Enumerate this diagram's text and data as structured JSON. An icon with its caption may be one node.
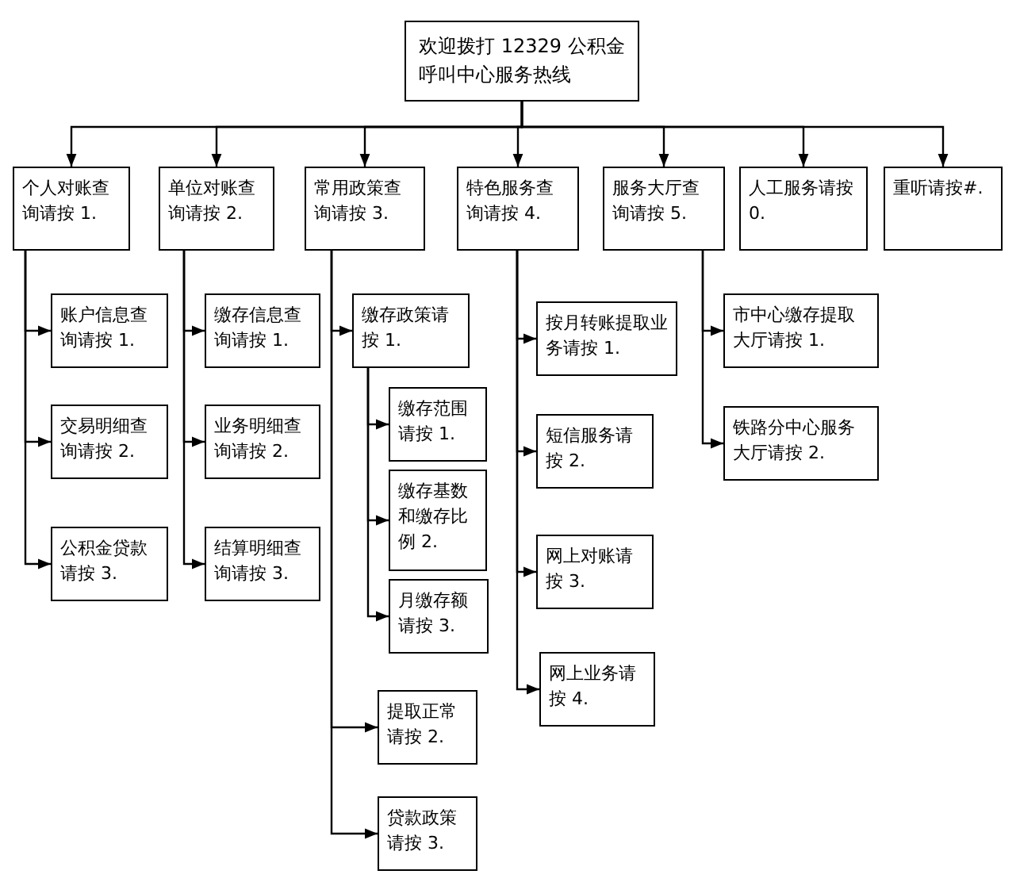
{
  "diagram": {
    "nodes": [
      {
        "text": [
          "欢迎拨打 12329 公积金呼叫中心服务热线"
        ]
      },
      {
        "text": [
          "个人对账查询请按 1."
        ]
      },
      {
        "text": [
          "单位对账查询请按 2."
        ]
      },
      {
        "text": [
          "常用政策查询请按 3."
        ]
      },
      {
        "text": [
          "特色服务查询请按 4."
        ]
      },
      {
        "text": [
          "服务大厅查询请按 5."
        ]
      },
      {
        "text": [
          "人工服务请按 0."
        ]
      },
      {
        "text": [
          "重听请按#."
        ]
      },
      {
        "text": [
          "账户信息查询请按 1."
        ]
      },
      {
        "text": [
          "交易明细查询请按 2."
        ]
      },
      {
        "text": [
          "公积金贷款请按 3."
        ]
      },
      {
        "text": [
          "缴存信息查询请按 1."
        ]
      },
      {
        "text": [
          "业务明细查询请按 2."
        ]
      },
      {
        "text": [
          "结算明细查询请按 3."
        ]
      },
      {
        "text": [
          "缴存政策请按 1."
        ]
      },
      {
        "text": [
          "缴存范围请按 1."
        ]
      },
      {
        "text": [
          "缴存基数和缴存比例 2."
        ]
      },
      {
        "text": [
          "月缴存额请按 3."
        ]
      },
      {
        "text": [
          "提取正常请按 2."
        ]
      },
      {
        "text": [
          "贷款政策请按 3."
        ]
      },
      {
        "text": [
          "按月转账提取业务请按 1."
        ]
      },
      {
        "text": [
          "短信服务请按 2."
        ]
      },
      {
        "text": [
          "网上对账请按 3."
        ]
      },
      {
        "text": [
          "网上业务请按 4."
        ]
      },
      {
        "text": [
          "市中心缴存提取大厅请按 1."
        ]
      },
      {
        "text": [
          "铁路分中心服务大厅请按 2."
        ]
      }
    ],
    "edges": [
      {
        "from": 0,
        "to": 1,
        "arrow": "to"
      },
      {
        "from": 0,
        "to": 2,
        "arrow": "to"
      },
      {
        "from": 0,
        "to": 3,
        "arrow": "to"
      },
      {
        "from": 0,
        "to": 4,
        "arrow": "to"
      },
      {
        "from": 0,
        "to": 5,
        "arrow": "to"
      },
      {
        "from": 0,
        "to": 6,
        "arrow": "to"
      },
      {
        "from": 0,
        "to": 7,
        "arrow": "to"
      },
      {
        "from": 1,
        "to": 8,
        "arrow": "to"
      },
      {
        "from": 1,
        "to": 9,
        "arrow": "to"
      },
      {
        "from": 1,
        "to": 10,
        "arrow": "to"
      },
      {
        "from": 2,
        "to": 11,
        "arrow": "to"
      },
      {
        "from": 2,
        "to": 12,
        "arrow": "to"
      },
      {
        "from": 2,
        "to": 13,
        "arrow": "to"
      },
      {
        "from": 3,
        "to": 14,
        "arrow": "to"
      },
      {
        "from": 14,
        "to": 15,
        "arrow": "to"
      },
      {
        "from": 14,
        "to": 16,
        "arrow": "to"
      },
      {
        "from": 14,
        "to": 17,
        "arrow": "to"
      },
      {
        "from": 3,
        "to": 18,
        "arrow": "to"
      },
      {
        "from": 3,
        "to": 19,
        "arrow": "to"
      },
      {
        "from": 4,
        "to": 20,
        "arrow": "to"
      },
      {
        "from": 4,
        "to": 21,
        "arrow": "to"
      },
      {
        "from": 4,
        "to": 22,
        "arrow": "to"
      },
      {
        "from": 4,
        "to": 23,
        "arrow": "to"
      },
      {
        "from": 5,
        "to": 24,
        "arrow": "to"
      },
      {
        "from": 5,
        "to": 25,
        "arrow": "to"
      }
    ]
  }
}
